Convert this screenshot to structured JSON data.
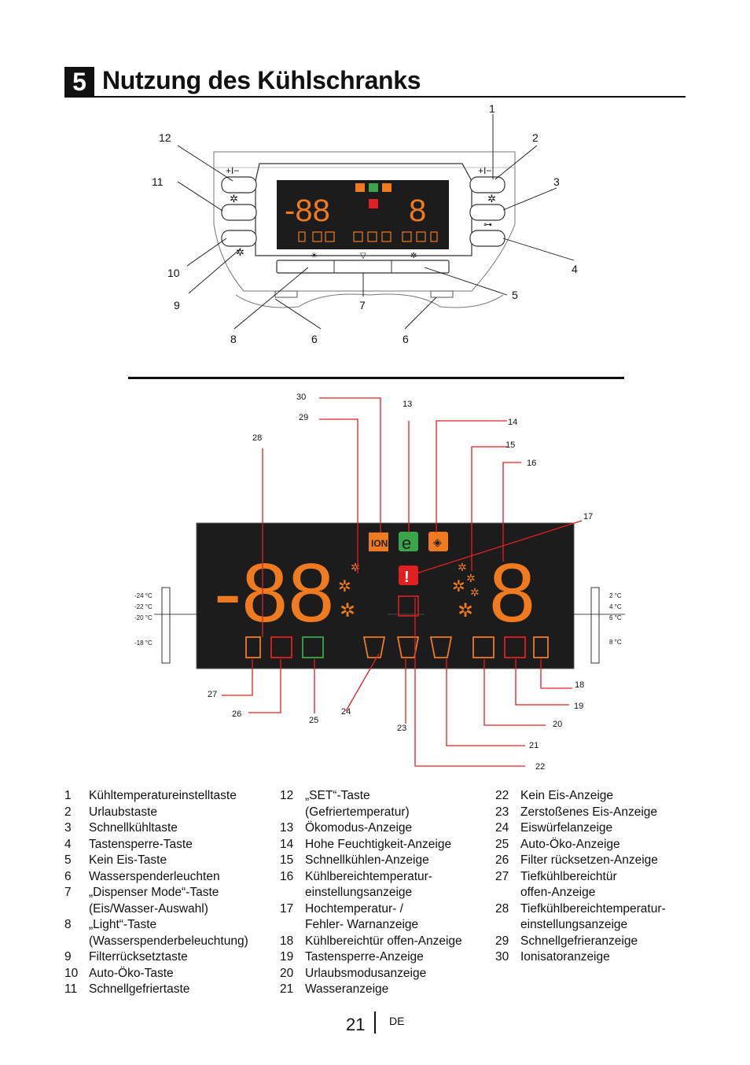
{
  "section": {
    "number": "5",
    "title": "Nutzung des Kühlschranks"
  },
  "panel_callouts": [
    {
      "id": "1",
      "label": "1"
    },
    {
      "id": "2",
      "label": "2"
    },
    {
      "id": "3",
      "label": "3"
    },
    {
      "id": "4",
      "label": "4"
    },
    {
      "id": "5",
      "label": "5"
    },
    {
      "id": "6a",
      "label": "6"
    },
    {
      "id": "6b",
      "label": "6"
    },
    {
      "id": "7",
      "label": "7"
    },
    {
      "id": "8",
      "label": "8"
    },
    {
      "id": "9",
      "label": "9"
    },
    {
      "id": "10",
      "label": "10"
    },
    {
      "id": "11",
      "label": "11"
    },
    {
      "id": "12",
      "label": "12"
    }
  ],
  "panel_display": {
    "digits_left": "-88",
    "digits_right": "8",
    "ion_text": "ION",
    "eco_text": "e",
    "alert_text": "!"
  },
  "display_callouts": [
    "30",
    "29",
    "13",
    "28",
    "14",
    "15",
    "16",
    "17",
    "27",
    "26",
    "25",
    "24",
    "23",
    "22",
    "21",
    "20",
    "19",
    "18"
  ],
  "scale_left": [
    "-24 °C",
    "-22 °C",
    "-20 °C",
    "-18 °C"
  ],
  "scale_right": [
    "2 °C",
    "4 °C",
    "6 °C",
    "8 °C"
  ],
  "legend": {
    "col1": [
      {
        "n": "1",
        "t": "Kühltemperatureinstelltaste"
      },
      {
        "n": "2",
        "t": "Urlaubstaste"
      },
      {
        "n": "3",
        "t": "Schnellkühltaste"
      },
      {
        "n": "4",
        "t": "Tastensperre-Taste"
      },
      {
        "n": "5",
        "t": "Kein Eis-Taste"
      },
      {
        "n": "6",
        "t": "Wasserspenderleuchten"
      },
      {
        "n": "7",
        "t": "„Dispenser Mode“-Taste"
      },
      {
        "n": "",
        "t": "(Eis/Wasser-Auswahl)"
      },
      {
        "n": "8",
        "t": "„Light“-Taste"
      },
      {
        "n": "",
        "t": "(Wasserspenderbeleuchtung)"
      },
      {
        "n": "9",
        "t": "Filterrücksetztaste"
      },
      {
        "n": "10",
        "t": "Auto-Öko-Taste"
      },
      {
        "n": "11",
        "t": "Schnellgefriertaste"
      }
    ],
    "col2": [
      {
        "n": "12",
        "t": "„SET“-Taste"
      },
      {
        "n": "",
        "t": "(Gefriertemperatur)"
      },
      {
        "n": "13",
        "t": "Ökomodus-Anzeige"
      },
      {
        "n": "14",
        "t": "Hohe Feuchtigkeit-Anzeige"
      },
      {
        "n": "15",
        "t": "Schnellkühlen-Anzeige"
      },
      {
        "n": "16",
        "t": "Kühlbereichtemperatur-"
      },
      {
        "n": "",
        "t": "einstellungsanzeige"
      },
      {
        "n": "17",
        "t": "Hochtemperatur- /"
      },
      {
        "n": "",
        "t": "Fehler- Warnanzeige"
      },
      {
        "n": "18",
        "t": "Kühlbereichtür offen-Anzeige"
      },
      {
        "n": "19",
        "t": "Tastensperre-Anzeige"
      },
      {
        "n": "20",
        "t": "Urlaubsmodusanzeige"
      },
      {
        "n": "21",
        "t": "Wasseranzeige"
      }
    ],
    "col3": [
      {
        "n": "22",
        "t": "Kein Eis-Anzeige"
      },
      {
        "n": "23",
        "t": "Zerstoßenes Eis-Anzeige"
      },
      {
        "n": "24",
        "t": "Eiswürfelanzeige"
      },
      {
        "n": "25",
        "t": "Auto-Öko-Anzeige"
      },
      {
        "n": "26",
        "t": "Filter rücksetzen-Anzeige"
      },
      {
        "n": "27",
        "t": "Tiefkühlbereichtür"
      },
      {
        "n": "",
        "t": "offen-Anzeige"
      },
      {
        "n": "28",
        "t": "Tiefkühlbereichtemperatur-"
      },
      {
        "n": "",
        "t": "einstellungsanzeige"
      },
      {
        "n": "29",
        "t": "Schnellgefrieranzeige"
      },
      {
        "n": "30",
        "t": "Ionisatoranzeige"
      }
    ]
  },
  "page": {
    "number": "21",
    "lang": "DE"
  },
  "colors": {
    "orange": "#f07a1f",
    "red": "#e02020",
    "green": "#3aa64a",
    "panel": "#1c1c1c"
  }
}
